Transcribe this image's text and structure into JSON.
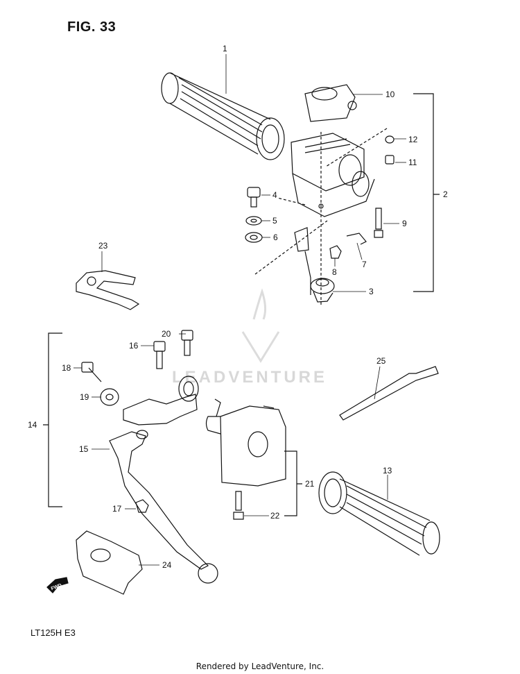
{
  "figure": {
    "title": "FIG. 33",
    "model": "LT125H E3",
    "credit": "Rendered by LeadVenture, Inc.",
    "watermark": "LEADVENTURE",
    "fwd_label": "FWD"
  },
  "callouts": [
    "1",
    "2",
    "3",
    "4",
    "5",
    "6",
    "7",
    "8",
    "9",
    "10",
    "11",
    "12",
    "13",
    "14",
    "15",
    "16",
    "17",
    "18",
    "19",
    "20",
    "21",
    "22",
    "23",
    "24",
    "25"
  ]
}
